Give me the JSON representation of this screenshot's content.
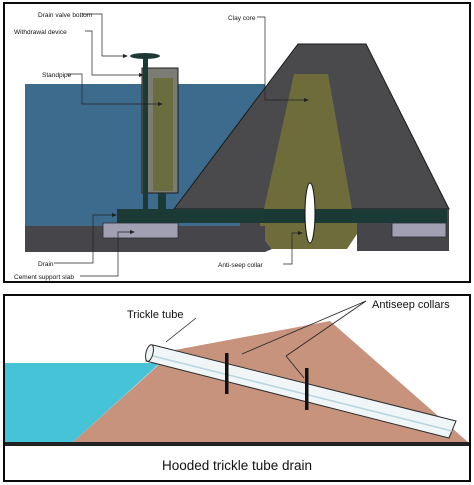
{
  "top_diagram": {
    "labels": {
      "drain_valve_bottom": "Drain valve bottom",
      "withdrawal_device": "Withdrawal device",
      "standpipe": "Standpipe",
      "clay_core": "Clay core",
      "drain": "Drain",
      "cement_support_slab": "Cement support slab",
      "anti_seep_collar": "Anti-seep collar"
    },
    "colors": {
      "water": "#3d6b8e",
      "embankment": "#4a4a4d",
      "clay_core": "#6f6c3c",
      "pipe": "#1b3a36",
      "ground": "#46464a",
      "slab": "#a0a0b2",
      "frame": "#0b0b0b"
    }
  },
  "bottom_diagram": {
    "labels": {
      "trickle_tube": "Trickle tube",
      "antiseep_collars": "Antiseep collars"
    },
    "caption": "Hooded trickle tube drain",
    "colors": {
      "water": "#46c3d6",
      "embankment": "#c8937d",
      "tube": "#f0f6f8",
      "ground": "#222222"
    }
  }
}
